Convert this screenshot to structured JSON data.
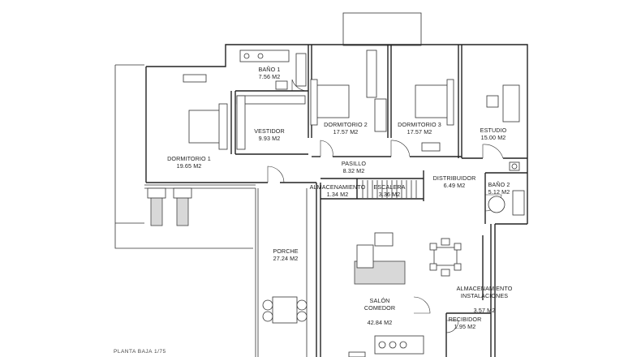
{
  "plan": {
    "title": "PLANTA BAJA 1/75",
    "rooms": [
      {
        "id": "bano-1",
        "name": "BAÑO 1",
        "area": "7.56 M2"
      },
      {
        "id": "dormitorio-1",
        "name": "DORMITORIO 1",
        "area": "19.65 M2"
      },
      {
        "id": "vestidor",
        "name": "VESTIDOR",
        "area": "9.93 M2"
      },
      {
        "id": "dormitorio-2",
        "name": "DORMITORIO 2",
        "area": "17.57 M2"
      },
      {
        "id": "dormitorio-3",
        "name": "DORMITORIO 3",
        "area": "17.57 M2"
      },
      {
        "id": "estudio",
        "name": "ESTUDIO",
        "area": "15.00 M2"
      },
      {
        "id": "pasillo",
        "name": "PASILLO",
        "area": "8.32 M2"
      },
      {
        "id": "distribuidor",
        "name": "DISTRIBUIDOR",
        "area": "6.49 M2"
      },
      {
        "id": "bano-2",
        "name": "BAÑO 2",
        "area": "5.12 M2"
      },
      {
        "id": "almacenamiento",
        "name": "ALMACENAMIENTO",
        "area": "1.34 M2"
      },
      {
        "id": "escalera",
        "name": "ESCALERA",
        "area": "3.36 M2"
      },
      {
        "id": "porche",
        "name": "PORCHE",
        "area": "27.24 M2"
      },
      {
        "id": "almacenamiento-instalaciones",
        "name": "ALMACENAMIENTO\nINSTALACIONES",
        "area": "3.57 M2"
      },
      {
        "id": "salon-comedor",
        "name": "SALÓN\nCOMEDOR",
        "area": "42.84 M2"
      },
      {
        "id": "recibidor",
        "name": "RECIBIDOR",
        "area": "1.95 M2"
      }
    ]
  }
}
